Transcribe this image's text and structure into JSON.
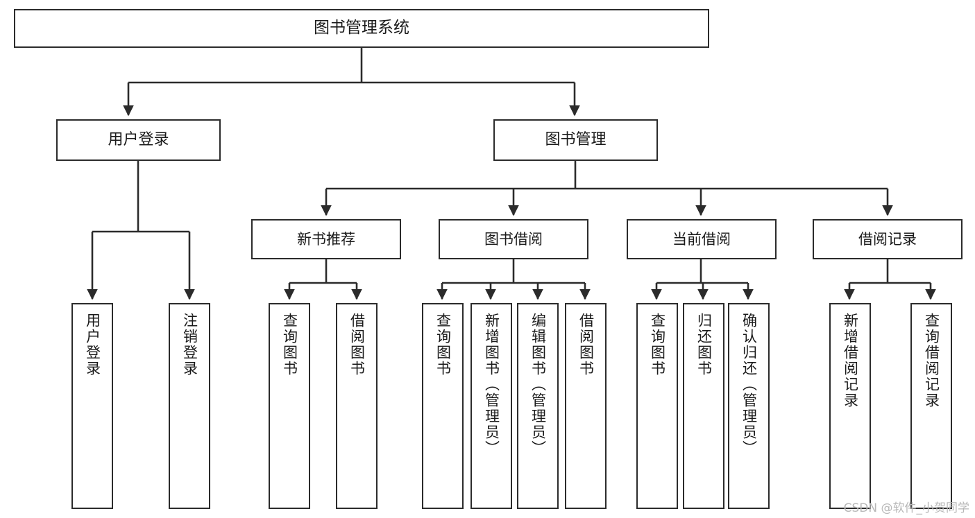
{
  "diagram": {
    "title": "图书管理系统",
    "type": "tree",
    "watermark": "CSDN @软件_小贺同学",
    "colors": {
      "box_border": "#2b2b2b",
      "box_fill": "#ffffff",
      "edge": "#2b2b2b",
      "text": "#1a1a1a",
      "watermark": "#b8b8b8",
      "background": "#ffffff"
    },
    "nodes": {
      "root": {
        "label": "图书管理系统"
      },
      "level1": [
        {
          "label": "用户登录"
        },
        {
          "label": "图书管理"
        }
      ],
      "level2": [
        {
          "label": "新书推荐"
        },
        {
          "label": "图书借阅"
        },
        {
          "label": "当前借阅"
        },
        {
          "label": "借阅记录"
        }
      ],
      "leaves": {
        "user_login": [
          {
            "label": "用户登录"
          },
          {
            "label": "注销登录"
          }
        ],
        "new_book_recommend": [
          {
            "label": "查询图书"
          },
          {
            "label": "借阅图书"
          }
        ],
        "book_borrow": [
          {
            "label": "查询图书"
          },
          {
            "label": "新增图书（管理员）"
          },
          {
            "label": "编辑图书（管理员）"
          },
          {
            "label": "借阅图书"
          }
        ],
        "current_borrow": [
          {
            "label": "查询图书"
          },
          {
            "label": "归还图书"
          },
          {
            "label": "确认归还（管理员）"
          }
        ],
        "borrow_record": [
          {
            "label": "新增借阅记录"
          },
          {
            "label": "查询借阅记录"
          }
        ]
      }
    }
  }
}
